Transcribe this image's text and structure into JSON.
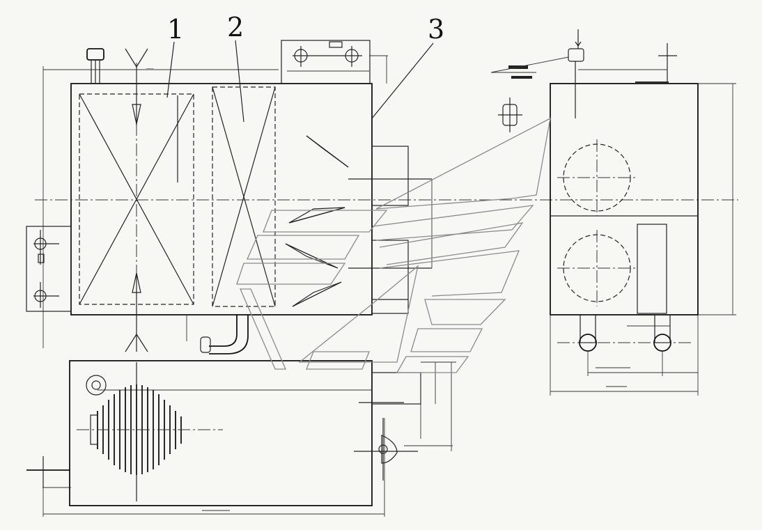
{
  "callouts": {
    "part1": "1",
    "part2": "2",
    "part3": "3"
  },
  "colors": {
    "line": "#111111",
    "background": "#f7f8f4",
    "watermark": "#8a8a8a"
  }
}
